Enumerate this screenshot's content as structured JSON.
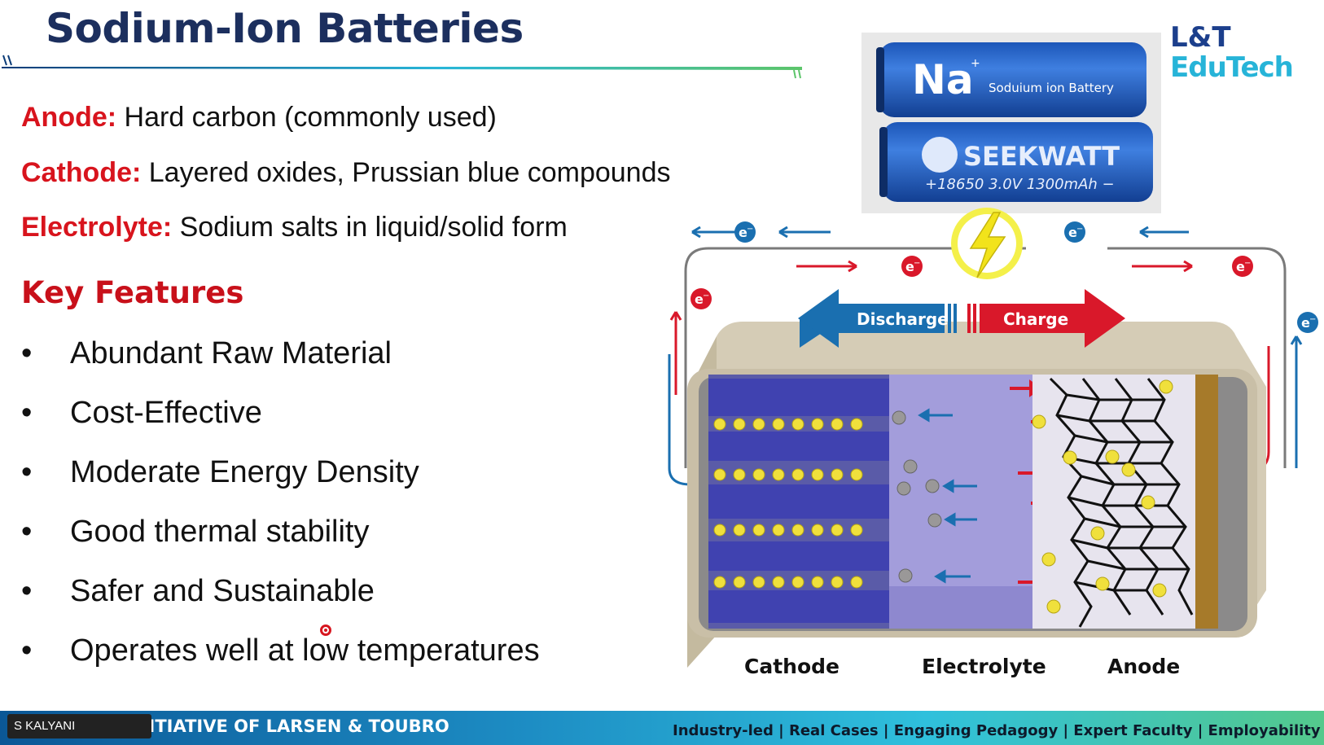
{
  "slide": {
    "title": "Sodium-Ion Batteries",
    "brand": {
      "line1": "L&T",
      "line2": "EduTech"
    },
    "components": [
      {
        "label": "Anode:",
        "text": " Hard carbon (commonly used)"
      },
      {
        "label": "Cathode:",
        "text": " Layered oxides, Prussian blue compounds"
      },
      {
        "label": "Electrolyte:",
        "text": " Sodium salts in liquid/solid form"
      }
    ],
    "key_features_heading": "Key Features",
    "bullet": "•",
    "features": [
      "Abundant Raw Material",
      "Cost-Effective",
      "Moderate Energy Density",
      "Good thermal stability",
      "Safer and Sustainable",
      "Operates well at low temperatures"
    ],
    "battery_photo": {
      "top_symbol": "Na",
      "top_sup": "+",
      "top_text": "Soduium ion Battery",
      "bottom_brand": "SEEKWATT",
      "bottom_spec": "+18650 3.0V 1300mAh −"
    },
    "diagram": {
      "discharge": "Discharge",
      "charge": "Charge",
      "electron": "e",
      "electron_sup": "−",
      "cathode": "Cathode",
      "electrolyte": "Electrolyte",
      "anode": "Anode"
    },
    "footer": {
      "left": "AN INITIATIVE OF LARSEN & TOUBRO",
      "right": "Industry-led | Real Cases | Engaging Pedagogy | Expert Faculty | Employability"
    }
  },
  "overlay": {
    "participant_name": "S KALYANI"
  },
  "colors": {
    "title": "#1c2f5e",
    "accent_red": "#d8141d",
    "discharge_blue": "#1a6fb0",
    "charge_red": "#d9182a"
  }
}
